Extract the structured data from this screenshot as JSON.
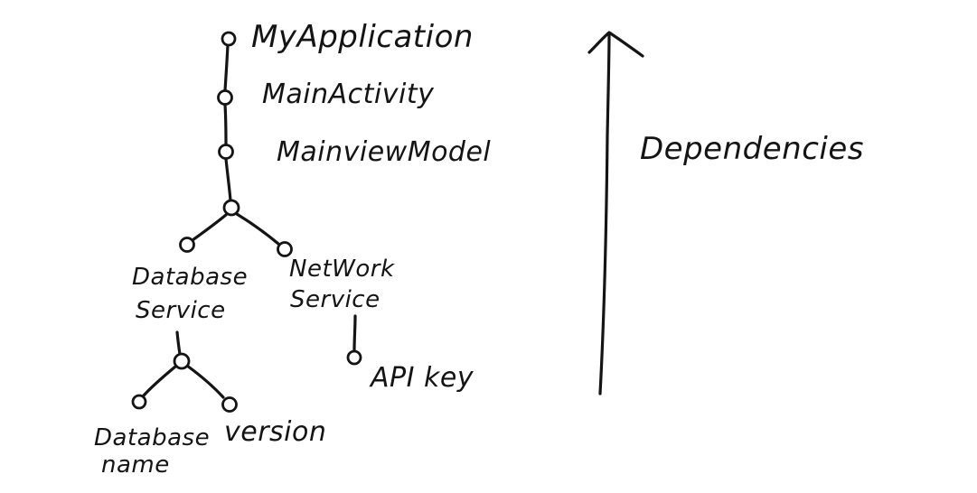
{
  "diagram": {
    "nodes": {
      "my_application": "MyApplication",
      "main_activity": "MainActivity",
      "main_view_model": "MainviewModel",
      "database_service_line1": "Database",
      "database_service_line2": "Service",
      "network_service_line1": "NetWork",
      "network_service_line2": "Service",
      "api_key": "API key",
      "database_name_line1": "Database",
      "database_name_line2": "name",
      "version": "version"
    },
    "arrow_label": "Dependencies"
  },
  "colors": {
    "ink": "#141414",
    "background": "#ffffff"
  }
}
